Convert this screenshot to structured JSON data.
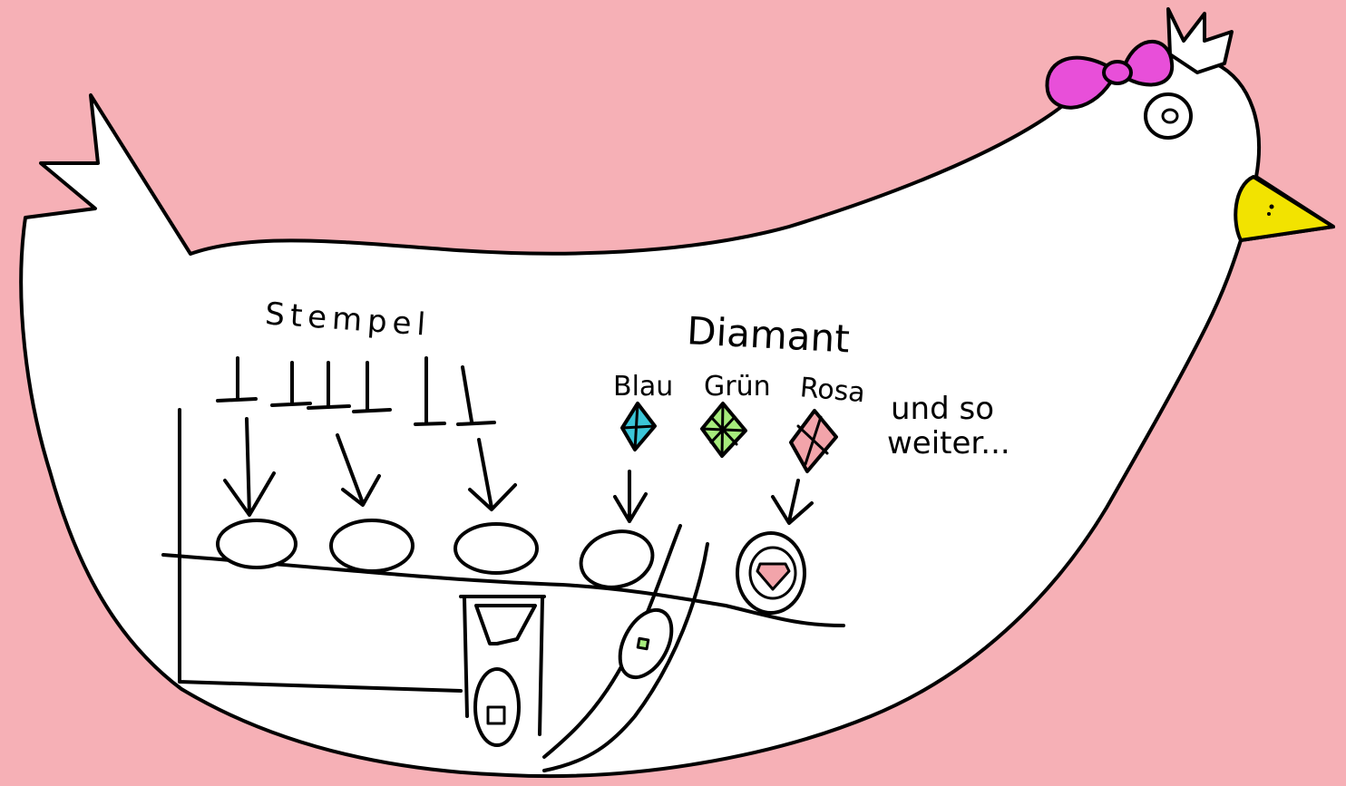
{
  "background_color": "#f6b0b6",
  "colors": {
    "body": "#ffffff",
    "bow": "#e84fd9",
    "beak": "#f2e300",
    "blue_diamond": "#3bc6d8",
    "green_diamond": "#a6ec7c",
    "pink_diamond": "#f2a4aa"
  },
  "labels": {
    "stempel": "Stempel",
    "diamant": "Diamant",
    "blau": "Blau",
    "gruen": "Grün",
    "rosa": "Rosa",
    "und_so": "und so",
    "weiter": "weiter..."
  },
  "icons": [
    "hen-outline",
    "bow-icon",
    "comb-icon",
    "eye-icon",
    "beak-icon",
    "stamp-icon",
    "diamond-icon",
    "egg-icon",
    "arrow-icon"
  ]
}
